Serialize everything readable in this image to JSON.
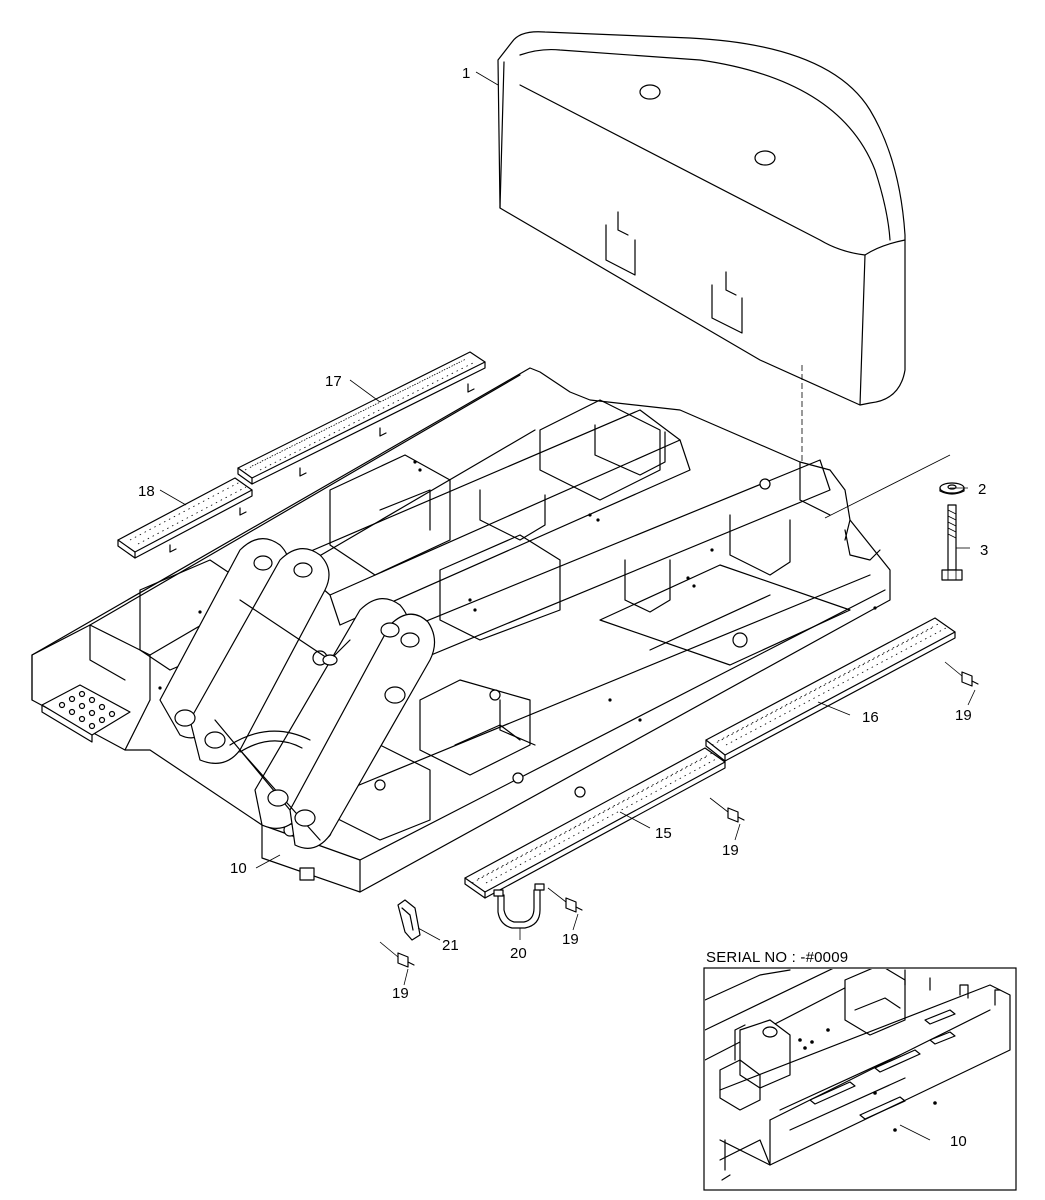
{
  "labels": {
    "p1": "1",
    "p2": "2",
    "p3": "3",
    "p10": "10",
    "p15": "15",
    "p16": "16",
    "p17": "17",
    "p18": "18",
    "p19a": "19",
    "p19b": "19",
    "p19c": "19",
    "p19d": "19",
    "p20": "20",
    "p21": "21"
  },
  "inset": {
    "title": "SERIAL NO : -#0009",
    "part_label": "10"
  }
}
